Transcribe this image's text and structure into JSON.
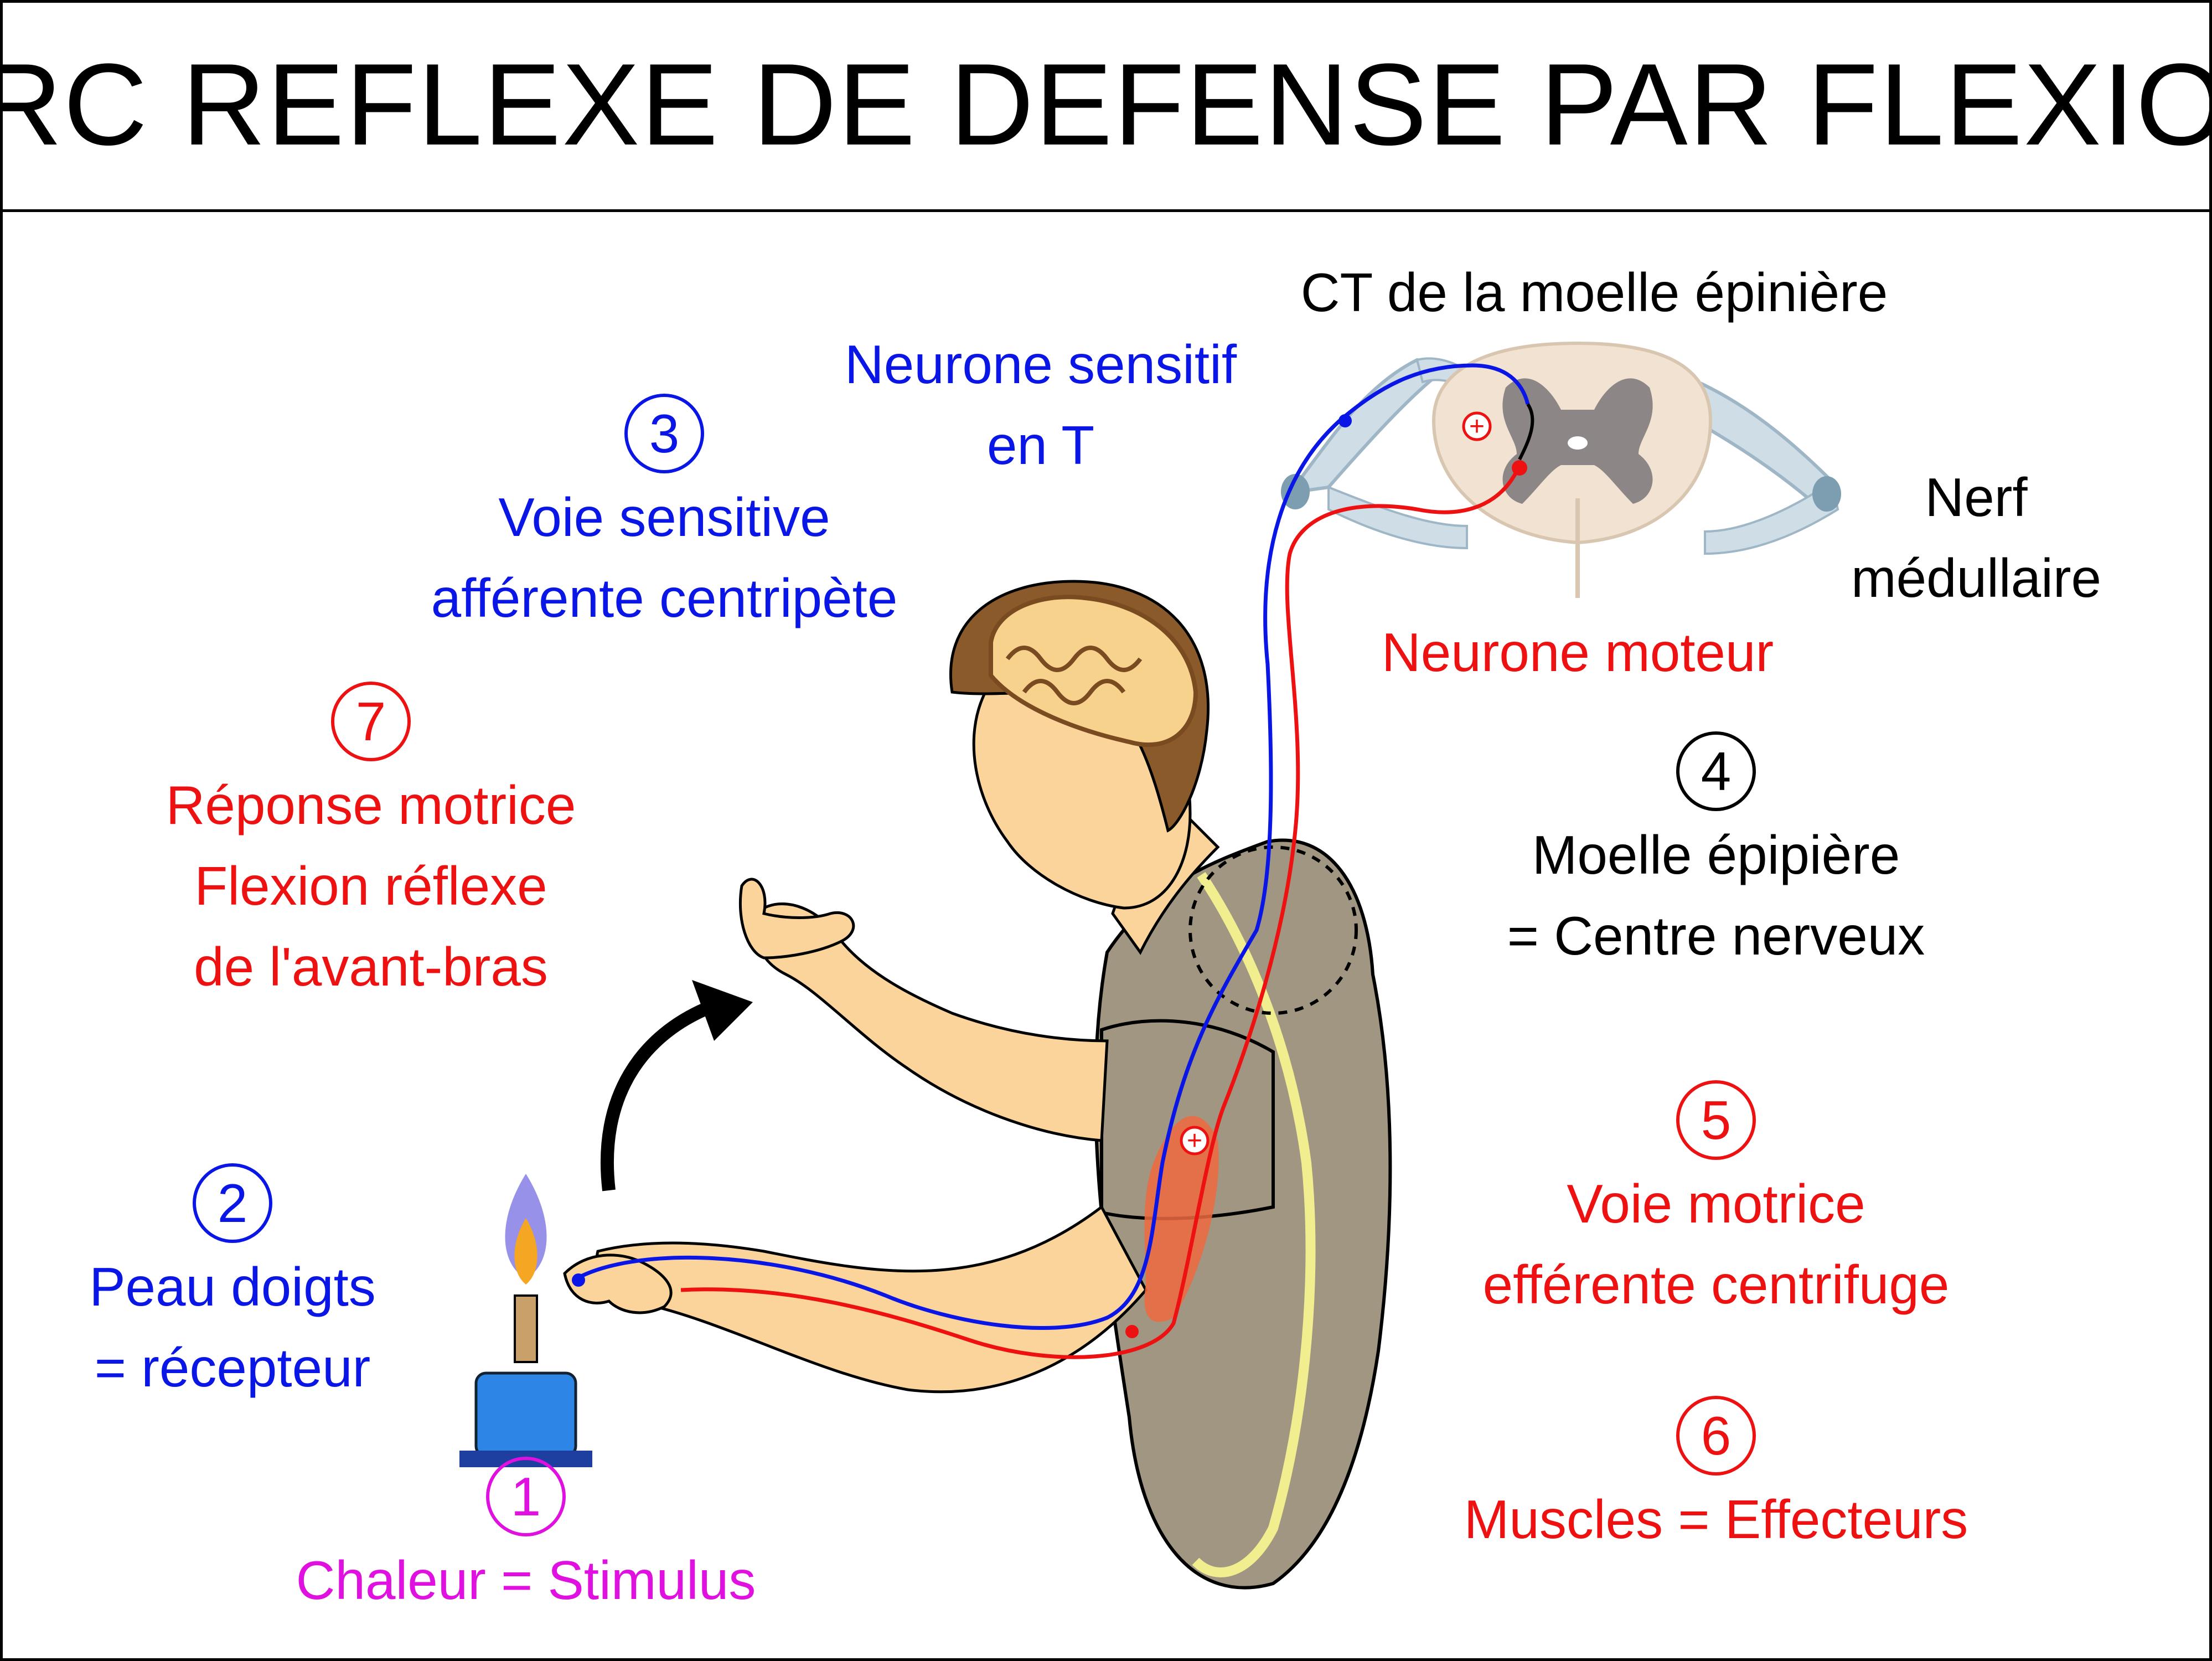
{
  "title": "ARC REFLEXE DE DEFENSE PAR FLEXION",
  "colors": {
    "sensory": "#0a16e6",
    "motor": "#ee1111",
    "stimulus": "#e010e0",
    "text": "#000000",
    "skin": "#fbd49c",
    "shirt": "#a09681",
    "hair": "#8b5a2b",
    "burner": "#2d86e6"
  },
  "labels": {
    "stimulus": {
      "number": "1",
      "text": "Chaleur = Stimulus"
    },
    "receptor": {
      "number": "2",
      "line1": "Peau doigts",
      "line2": "= récepteur"
    },
    "afferent": {
      "number": "3",
      "line1": "Voie sensitive",
      "line2": "afférente centripète"
    },
    "center": {
      "number": "4",
      "line1": "Moelle épipière",
      "line2": "= Centre nerveux"
    },
    "efferent": {
      "number": "5",
      "line1": "Voie motrice",
      "line2": "efférente centrifuge"
    },
    "effector": {
      "number": "6",
      "text": "Muscles = Effecteurs"
    },
    "response": {
      "number": "7",
      "line1": "Réponse motrice",
      "line2": "Flexion réflexe",
      "line3": "de l'avant-bras"
    },
    "sensory_neuron": {
      "line1": "Neurone sensitif",
      "line2": "en T"
    },
    "spinal_section": "CT de la moelle épinière",
    "spinal_nerve": {
      "line1": "Nerf",
      "line2": "médullaire"
    },
    "motor_neuron": "Neurone moteur"
  },
  "icons": {
    "synapse_plus": "+",
    "muscle_plus": "+"
  }
}
